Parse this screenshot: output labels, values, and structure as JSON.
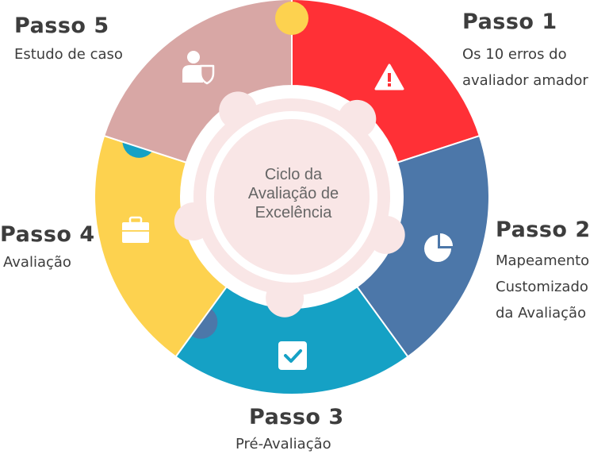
{
  "center": {
    "lines": [
      "Ciclo da",
      "Avaliação de",
      "Excelência"
    ]
  },
  "steps": [
    {
      "title": "Passo 1",
      "desc": [
        "Os 10 erros do",
        "avaliador amador"
      ],
      "color": "#ff3036",
      "icon": "warning-icon"
    },
    {
      "title": "Passo 2",
      "desc": [
        "Mapeamento",
        "Customizado",
        "da Avaliação"
      ],
      "color": "#4c77a9",
      "icon": "pie-chart-icon"
    },
    {
      "title": "Passo 3",
      "desc": [
        "Pré-Avaliação"
      ],
      "color": "#15a1c5",
      "icon": "checkbox-icon"
    },
    {
      "title": "Passo 4",
      "desc": [
        "Avaliação"
      ],
      "color": "#fdd24f",
      "icon": "briefcase-icon"
    },
    {
      "title": "Passo 5",
      "desc": [
        "Estudo de caso"
      ],
      "color": "#d8a7a5",
      "icon": "user-shield-icon"
    }
  ],
  "hub_color": "#f9e6e6"
}
